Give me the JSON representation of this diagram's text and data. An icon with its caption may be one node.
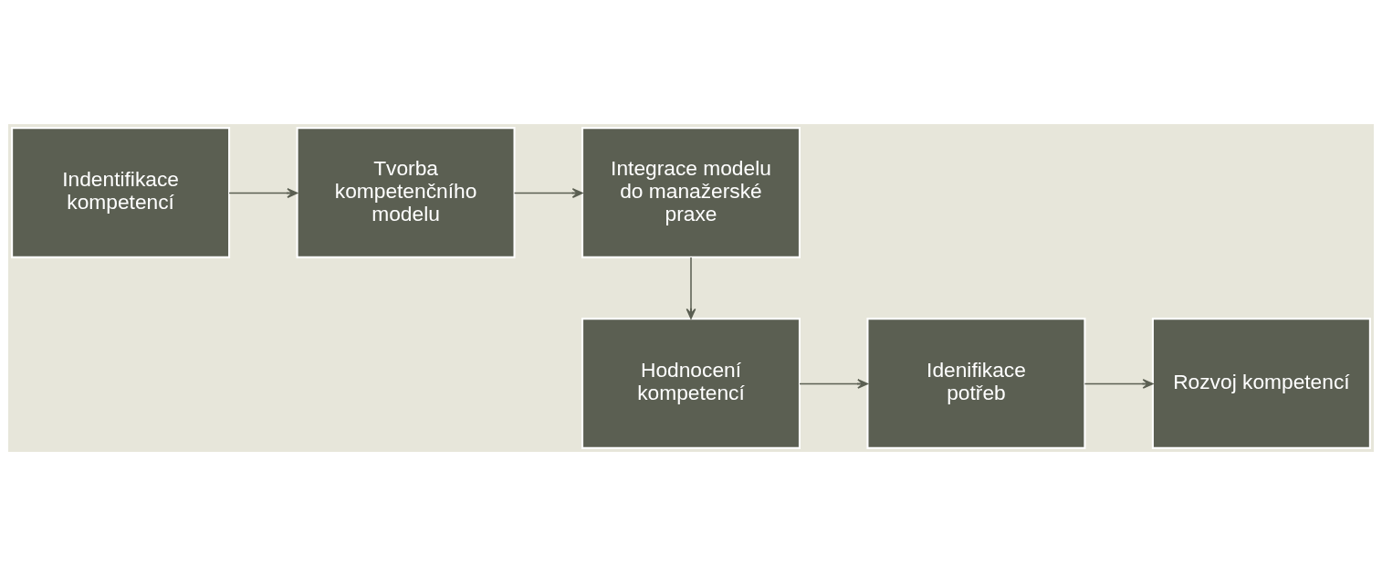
{
  "diagram": {
    "nodes": [
      {
        "text": [
          "Indentifikace kompetencí"
        ]
      },
      {
        "text": [
          "Tvorba kompetenčního modelu"
        ]
      },
      {
        "text": [
          "Integrace modelu do manažerské praxe"
        ]
      },
      {
        "text": [
          "Hodnocení kompetencí"
        ]
      },
      {
        "text": [
          "Idenifikace potřeb"
        ]
      },
      {
        "text": [
          "Rozvoj kompetencí"
        ]
      }
    ],
    "edges": [
      {
        "from": 0,
        "to": 1,
        "arrow": "to"
      },
      {
        "from": 1,
        "to": 2,
        "arrow": "to"
      },
      {
        "from": 2,
        "to": 3,
        "arrow": "to"
      },
      {
        "from": 3,
        "to": 4,
        "arrow": "to"
      },
      {
        "from": 4,
        "to": 5,
        "arrow": "to"
      }
    ]
  }
}
